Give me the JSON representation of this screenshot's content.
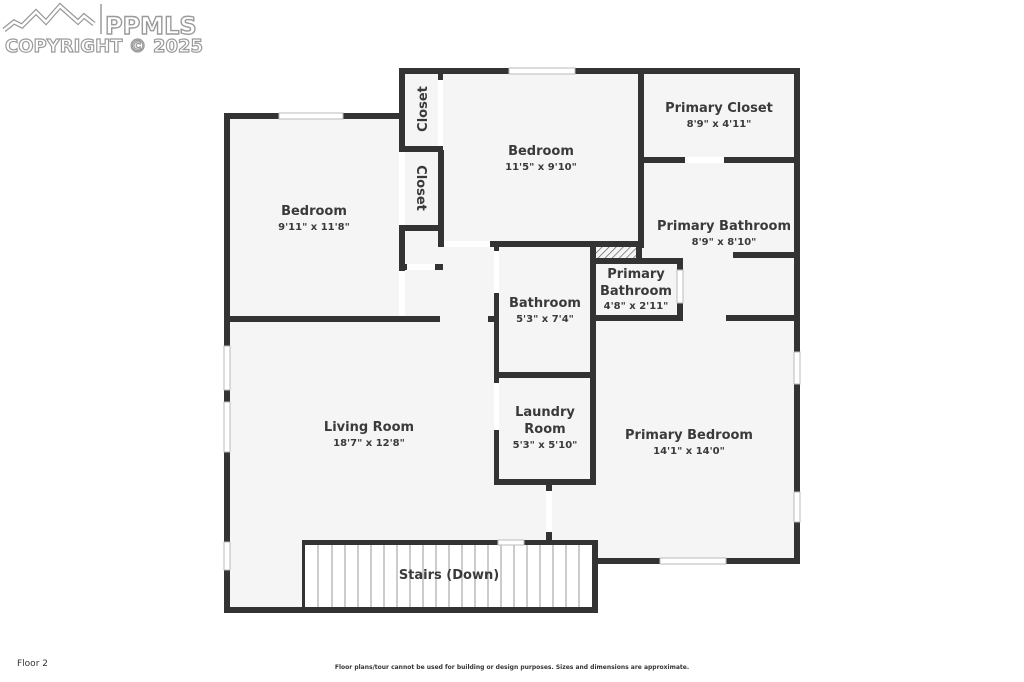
{
  "watermark": {
    "brand": "PPMLS",
    "copyright": "COPYRIGHT © 2025",
    "icon": "mountain-logo-icon"
  },
  "rooms": {
    "bedroom_left": {
      "name": "Bedroom",
      "dim": "9'11\" x 11'8\""
    },
    "closet_top": {
      "name": "Closet"
    },
    "closet_mid": {
      "name": "Closet"
    },
    "bedroom_top": {
      "name": "Bedroom",
      "dim": "11'5\" x 9'10\""
    },
    "primary_closet": {
      "name": "Primary Closet",
      "dim": "8'9\" x 4'11\""
    },
    "primary_bathroom_main": {
      "name": "Primary Bathroom",
      "dim": "8'9\" x 8'10\""
    },
    "primary_bathroom_small": {
      "name_line1": "Primary",
      "name_line2": "Bathroom",
      "dim": "4'8\" x 2'11\""
    },
    "bathroom": {
      "name": "Bathroom",
      "dim": "5'3\" x 7'4\""
    },
    "laundry": {
      "name_line1": "Laundry",
      "name_line2": "Room",
      "dim": "5'3\" x 5'10\""
    },
    "living_room": {
      "name": "Living Room",
      "dim": "18'7\" x 12'8\""
    },
    "primary_bedroom": {
      "name": "Primary Bedroom",
      "dim": "14'1\" x 14'0\""
    },
    "stairs": {
      "name": "Stairs (Down)"
    }
  },
  "footer": {
    "floor_label": "Floor 2",
    "disclaimer": "Floor plans/tour cannot be used for building or design purposes. Sizes and dimensions are approximate."
  },
  "colors": {
    "wall": "#333333",
    "floor": "#f5f5f5",
    "text": "#3a3a3a",
    "background": "#ffffff"
  }
}
